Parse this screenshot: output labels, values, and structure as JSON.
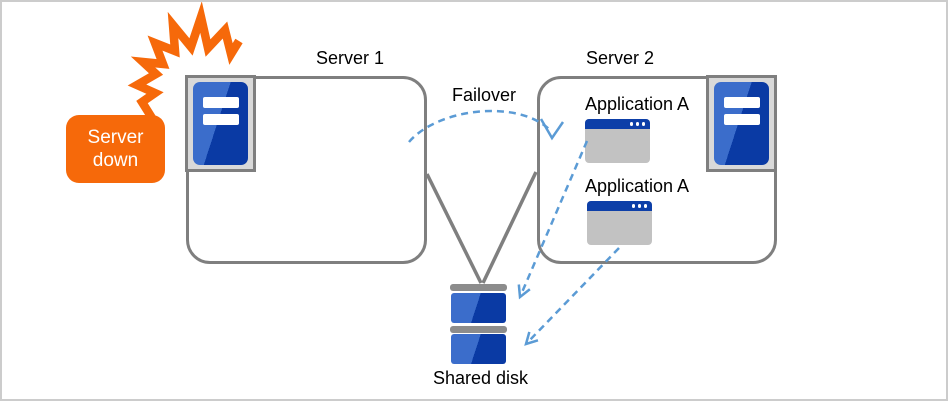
{
  "diagram": {
    "server1": {
      "label": "Server 1"
    },
    "server2": {
      "label": "Server 2"
    },
    "server_down_badge": {
      "label": "Server down"
    },
    "failover": {
      "label": "Failover"
    },
    "applications": [
      {
        "label": "Application A"
      },
      {
        "label": "Application A"
      }
    ],
    "shared_disk": {
      "label": "Shared disk"
    }
  },
  "colors": {
    "accent_orange": "#f6690a",
    "blue_light": "#3b6dcb",
    "blue_dark": "#0a3aa4",
    "navy": "#0d3fa8",
    "line_gray": "#7f7f7f",
    "frame_gray": "#d9d9d9",
    "window_gray": "#c2c2c2",
    "cap_gray": "#8c8c8c",
    "arrow_blue": "#5b9bd5",
    "border_gray": "#cccccc",
    "text": "#000000"
  }
}
